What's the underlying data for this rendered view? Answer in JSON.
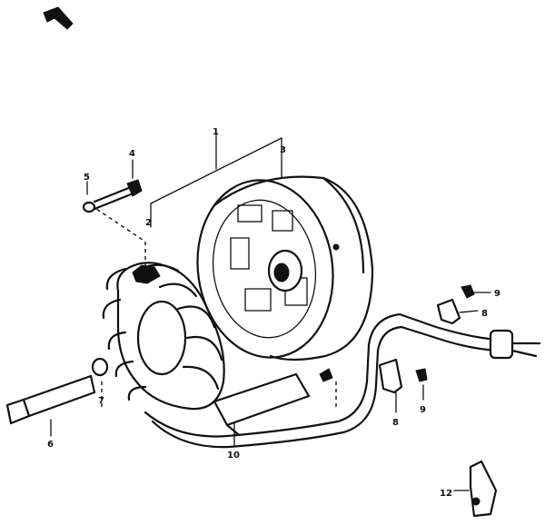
{
  "callouts": [
    {
      "id": "c1",
      "text": "1"
    },
    {
      "id": "c2",
      "text": "2"
    },
    {
      "id": "c3",
      "text": "3"
    },
    {
      "id": "c4",
      "text": "4"
    },
    {
      "id": "c5",
      "text": "5"
    },
    {
      "id": "c6",
      "text": "6"
    },
    {
      "id": "c7",
      "text": "7"
    },
    {
      "id": "c8a",
      "text": "8"
    },
    {
      "id": "c8b",
      "text": "8"
    },
    {
      "id": "c9a",
      "text": "9"
    },
    {
      "id": "c9b",
      "text": "9"
    },
    {
      "id": "c10",
      "text": "10"
    },
    {
      "id": "c12",
      "text": "12"
    }
  ],
  "colors": {
    "ink": "#111111",
    "paper": "#ffffff"
  }
}
